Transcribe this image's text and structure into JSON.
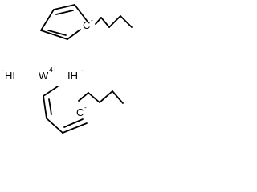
{
  "labels": {
    "w_element": "W",
    "w_charge": "4+",
    "left_hydride": "HI",
    "left_hydride_charge": "-",
    "right_hydride": "IH",
    "right_hydride_charge": "-",
    "top_carbanion": "C",
    "top_carbanion_charge": "-",
    "bottom_carbanion": "C",
    "bottom_carbanion_charge": "-"
  },
  "colors": {
    "ink": "#000000",
    "background": "#ffffff"
  }
}
